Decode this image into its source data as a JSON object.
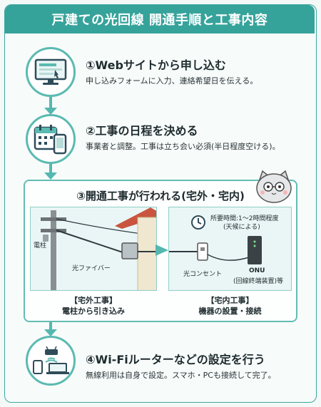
{
  "title": "戸建ての光回線 開通手順と工事内容",
  "steps": [
    {
      "title": "①Webサイトから申し込む",
      "desc": "申し込みフォームに入力、連絡希望日を伝える。",
      "icon": "computer-icon"
    },
    {
      "title": "②工事の日程を決める",
      "desc": "事業者と調整。工事は立ち会い必須(半日程度空ける)。",
      "icon": "calendar-phone-icon"
    },
    {
      "title": "③開通工事が行われる(宅外・宅内)",
      "icon": "construction-scene"
    },
    {
      "title": "④Wi-Fiルーターなどの設定を行う",
      "desc": "無線利用は自身で設定。スマホ・PCも接続して完了。",
      "icon": "devices-icon"
    }
  ],
  "outdoor": {
    "pole_label": "電柱",
    "fiber_label": "光ファイバー",
    "caption_line1": "【宅外工事】",
    "caption_line2": "電柱から引き込み"
  },
  "indoor": {
    "time_line1": "所要時間:1〜2時間程度",
    "time_line2": "(天候による)",
    "outlet_label": "光コンセント",
    "onu_line1": "ONU",
    "onu_line2": "(回線終端装置)等",
    "caption_line1": "【宅内工事】",
    "caption_line2": "機器の設置・接続"
  },
  "colors": {
    "accent": "#36a39b",
    "line": "#55b8b0",
    "panel": "#eaf6f5"
  }
}
